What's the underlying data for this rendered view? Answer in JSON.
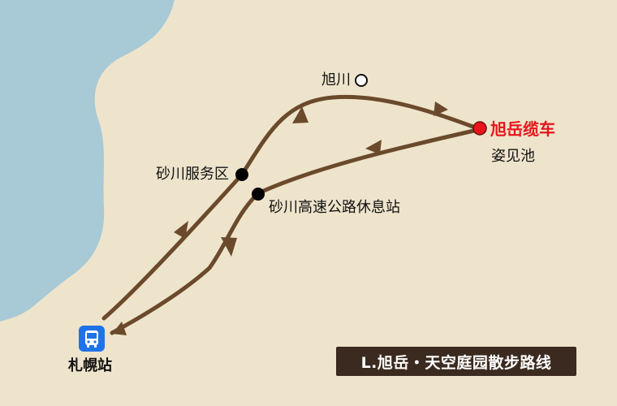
{
  "map": {
    "stations": {
      "start": "札幌站",
      "sunagawa_sa": "砂川服务区",
      "sunagawa_rest": "砂川高速公路休息站",
      "asahikawa": "旭川",
      "ropeway": "旭岳缆车",
      "pond": "姿见池"
    },
    "route_badge": "L.旭岳・天空庭园散步路线",
    "colors": {
      "sea": "#a8c9d6",
      "land": "#eee4cc",
      "route": "#6b4a2c",
      "highlight": "#e8141a",
      "marker": "#000000",
      "bus": "#1e73e8",
      "badge_bg": "#3b2a1f"
    },
    "icons": {
      "start": "bus-icon",
      "stop": "black-dot-icon",
      "city": "hollow-circle-icon",
      "destination": "red-dot-icon"
    }
  }
}
